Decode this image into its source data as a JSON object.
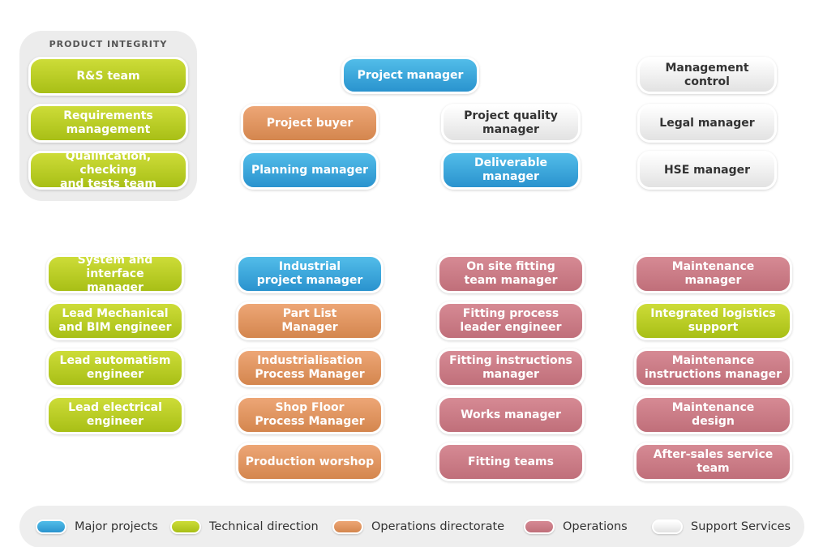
{
  "panels": {
    "product_integrity": {
      "title": "PRODUCT INTEGRITY",
      "nodes": [
        "R&S team",
        "Requirements\nmanagement",
        "Qualification, checking\nand tests team"
      ]
    },
    "project_management": {
      "title": "PROJECT MANAGEMENT",
      "project_manager": "Project manager",
      "project_buyer": "Project buyer",
      "planning_manager": "Planning manager",
      "project_quality_manager": "Project quality\nmanager",
      "deliverable_manager": "Deliverable\nmanager",
      "management_control": "Management control",
      "legal_manager": "Legal manager",
      "hse_manager": "HSE manager"
    },
    "product_design": {
      "title": "PRODUCT DESIGN",
      "nodes": [
        "System and interface\nmanager",
        "Lead Mechanical\nand BIM engineer",
        "Lead automatism\nengineer",
        "Lead electrical\nengineer"
      ]
    },
    "industrialisation": {
      "title": "INDUSTRIALISATION",
      "nodes": [
        "Industrial\nproject manager",
        "Part List\nManager",
        "Industrialisation\nProcess Manager",
        "Shop Floor\nProcess Manager",
        "Production worshop"
      ]
    },
    "on_site_fitting": {
      "title": "ON SITE FITTING",
      "nodes": [
        "On site fitting\nteam manager",
        "Fitting process\nleader engineer",
        "Fitting instructions\nmanager",
        "Works manager",
        "Fitting teams"
      ]
    },
    "moc_after_sales": {
      "title": "MOC & AFTER-SALES SERVICE",
      "nodes": [
        "Maintenance\nmanager",
        "Integrated logistics\nsupport",
        "Maintenance\ninstructions manager",
        "Maintenance\ndesign",
        "After-sales service team"
      ]
    }
  },
  "legend": [
    "Major projects",
    "Technical direction",
    "Operations directorate",
    "Operations",
    "Support Services"
  ],
  "colors": {
    "major_projects": "#2a93ce",
    "technical_direction": "#a8bf16",
    "operations_directorate": "#d4864e",
    "operations": "#c06f7a",
    "support_services": "#e2e2e2"
  }
}
